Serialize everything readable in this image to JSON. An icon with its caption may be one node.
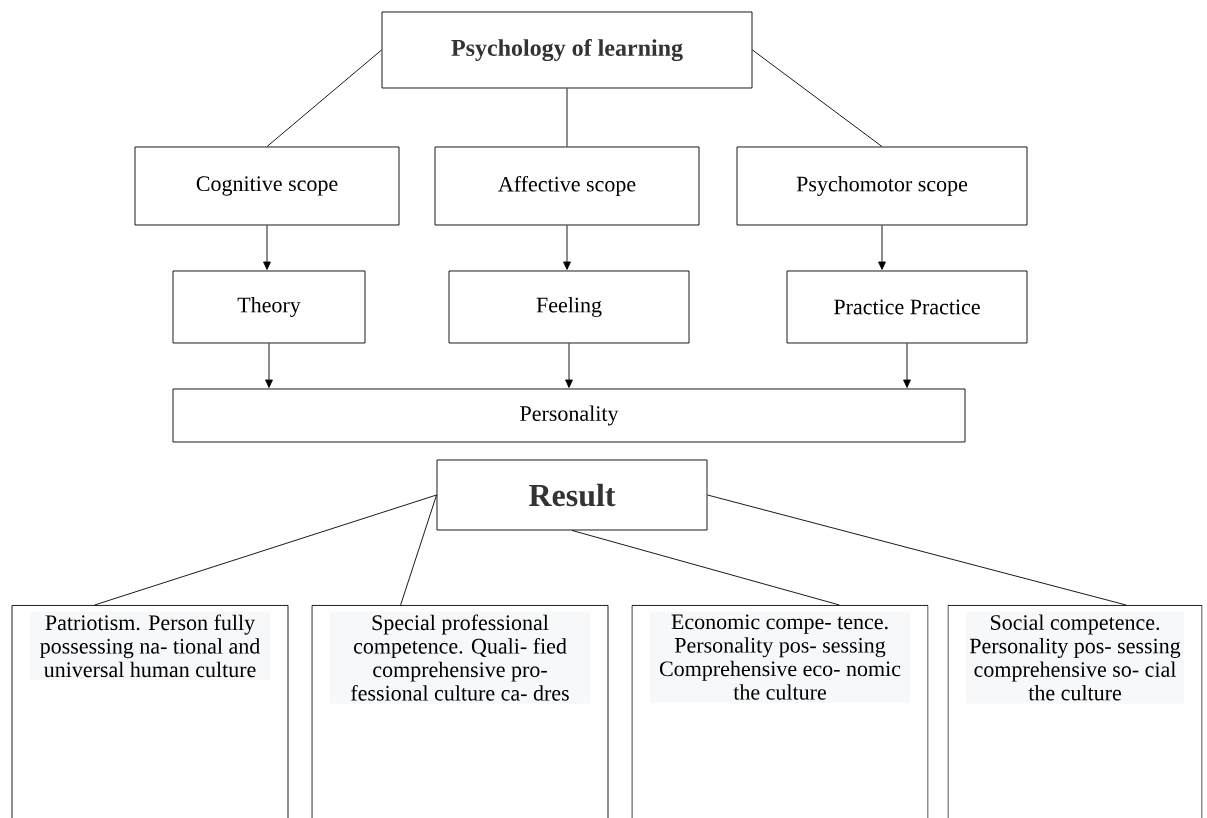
{
  "diagram": {
    "nodes": [
      {
        "text": [
          "Psychology of learning"
        ]
      },
      {
        "text": [
          "Cognitive scope"
        ]
      },
      {
        "text": [
          "Affective scope"
        ]
      },
      {
        "text": [
          "Psychomotor scope"
        ]
      },
      {
        "text": [
          "Theory"
        ]
      },
      {
        "text": [
          "Feeling"
        ]
      },
      {
        "text": [
          "Practice Practice"
        ]
      },
      {
        "text": [
          "Personality"
        ]
      },
      {
        "text": [
          "Result"
        ]
      },
      {
        "text": [
          "Patriotism. Person fully possessing na- tional and universal human culture"
        ]
      },
      {
        "text": [
          "Special professional competence. Quali- fied comprehensive pro- fessional culture ca- dres"
        ]
      },
      {
        "text": [
          "Economic compe- tence. Personality pos- sessing Comprehensive eco- nomic the culture"
        ]
      },
      {
        "text": [
          "Social competence. Personality pos- sessing comprehensive so- cial the culture"
        ]
      }
    ],
    "edges": [
      {
        "from": 0,
        "to": 1,
        "arrow": "none"
      },
      {
        "from": 0,
        "to": 2,
        "arrow": "none"
      },
      {
        "from": 0,
        "to": 3,
        "arrow": "none"
      },
      {
        "from": 1,
        "to": 4,
        "arrow": "to"
      },
      {
        "from": 2,
        "to": 5,
        "arrow": "to"
      },
      {
        "from": 3,
        "to": 6,
        "arrow": "to"
      },
      {
        "from": 4,
        "to": 7,
        "arrow": "to"
      },
      {
        "from": 5,
        "to": 7,
        "arrow": "to"
      },
      {
        "from": 6,
        "to": 7,
        "arrow": "to"
      },
      {
        "from": 8,
        "to": 9,
        "arrow": "none"
      },
      {
        "from": 8,
        "to": 10,
        "arrow": "none"
      },
      {
        "from": 8,
        "to": 11,
        "arrow": "none"
      },
      {
        "from": 8,
        "to": 12,
        "arrow": "none"
      }
    ]
  }
}
